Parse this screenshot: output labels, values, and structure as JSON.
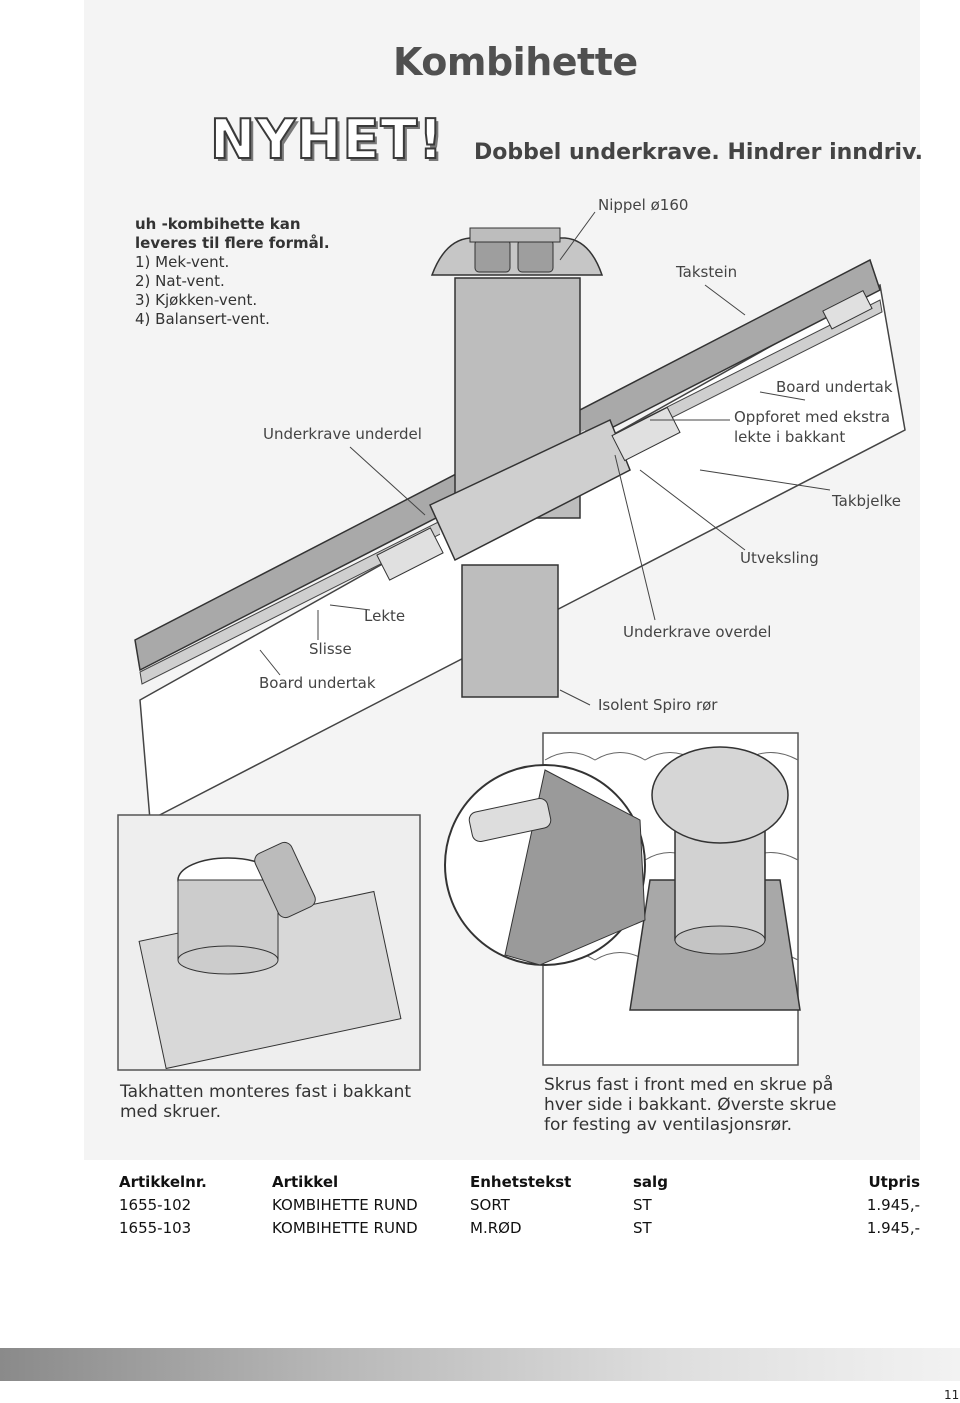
{
  "heading": {
    "title": "Kombihette",
    "badge": "NYHET!",
    "subtitle": "Dobbel underkrave. Hindrer inndriv."
  },
  "intro": {
    "line1": "uh -kombihette kan",
    "line2": "leveres til flere formål.",
    "items": [
      "1) Mek-vent.",
      "2) Nat-vent.",
      "3) Kjøkken-vent.",
      "4) Balansert-vent."
    ]
  },
  "labels": {
    "nippel": "Nippel ø160",
    "takstein": "Takstein",
    "board_top": "Board undertak",
    "oppforet_1": "Oppforet med ekstra",
    "oppforet_2": "lekte i bakkant",
    "underkrave_underdel": "Underkrave underdel",
    "takbjelke": "Takbjelke",
    "utveksling": "Utveksling",
    "lekte": "Lekte",
    "slisse": "Slisse",
    "underkrave_overdel": "Underkrave overdel",
    "board_bottom": "Board undertak",
    "isolent": "Isolent Spiro rør"
  },
  "captions": {
    "left_1": "Takhatten monteres fast i bakkant",
    "left_2": "med skruer.",
    "right_1": "Skrus fast i front med en skrue på",
    "right_2": "hver side i bakkant. Øverste skrue",
    "right_3": "for festing av ventilasjonsrør."
  },
  "table": {
    "headers": [
      "Artikkelnr.",
      "Artikkel",
      "Enhetstekst",
      "salg",
      "Utpris"
    ],
    "rows": [
      [
        "1655-102",
        "KOMBIHETTE RUND",
        "SORT",
        "ST",
        "1.945,-"
      ],
      [
        "1655-103",
        "KOMBIHETTE RUND",
        "M.RØD",
        "ST",
        "1.945,-"
      ]
    ]
  },
  "page_number": "11"
}
